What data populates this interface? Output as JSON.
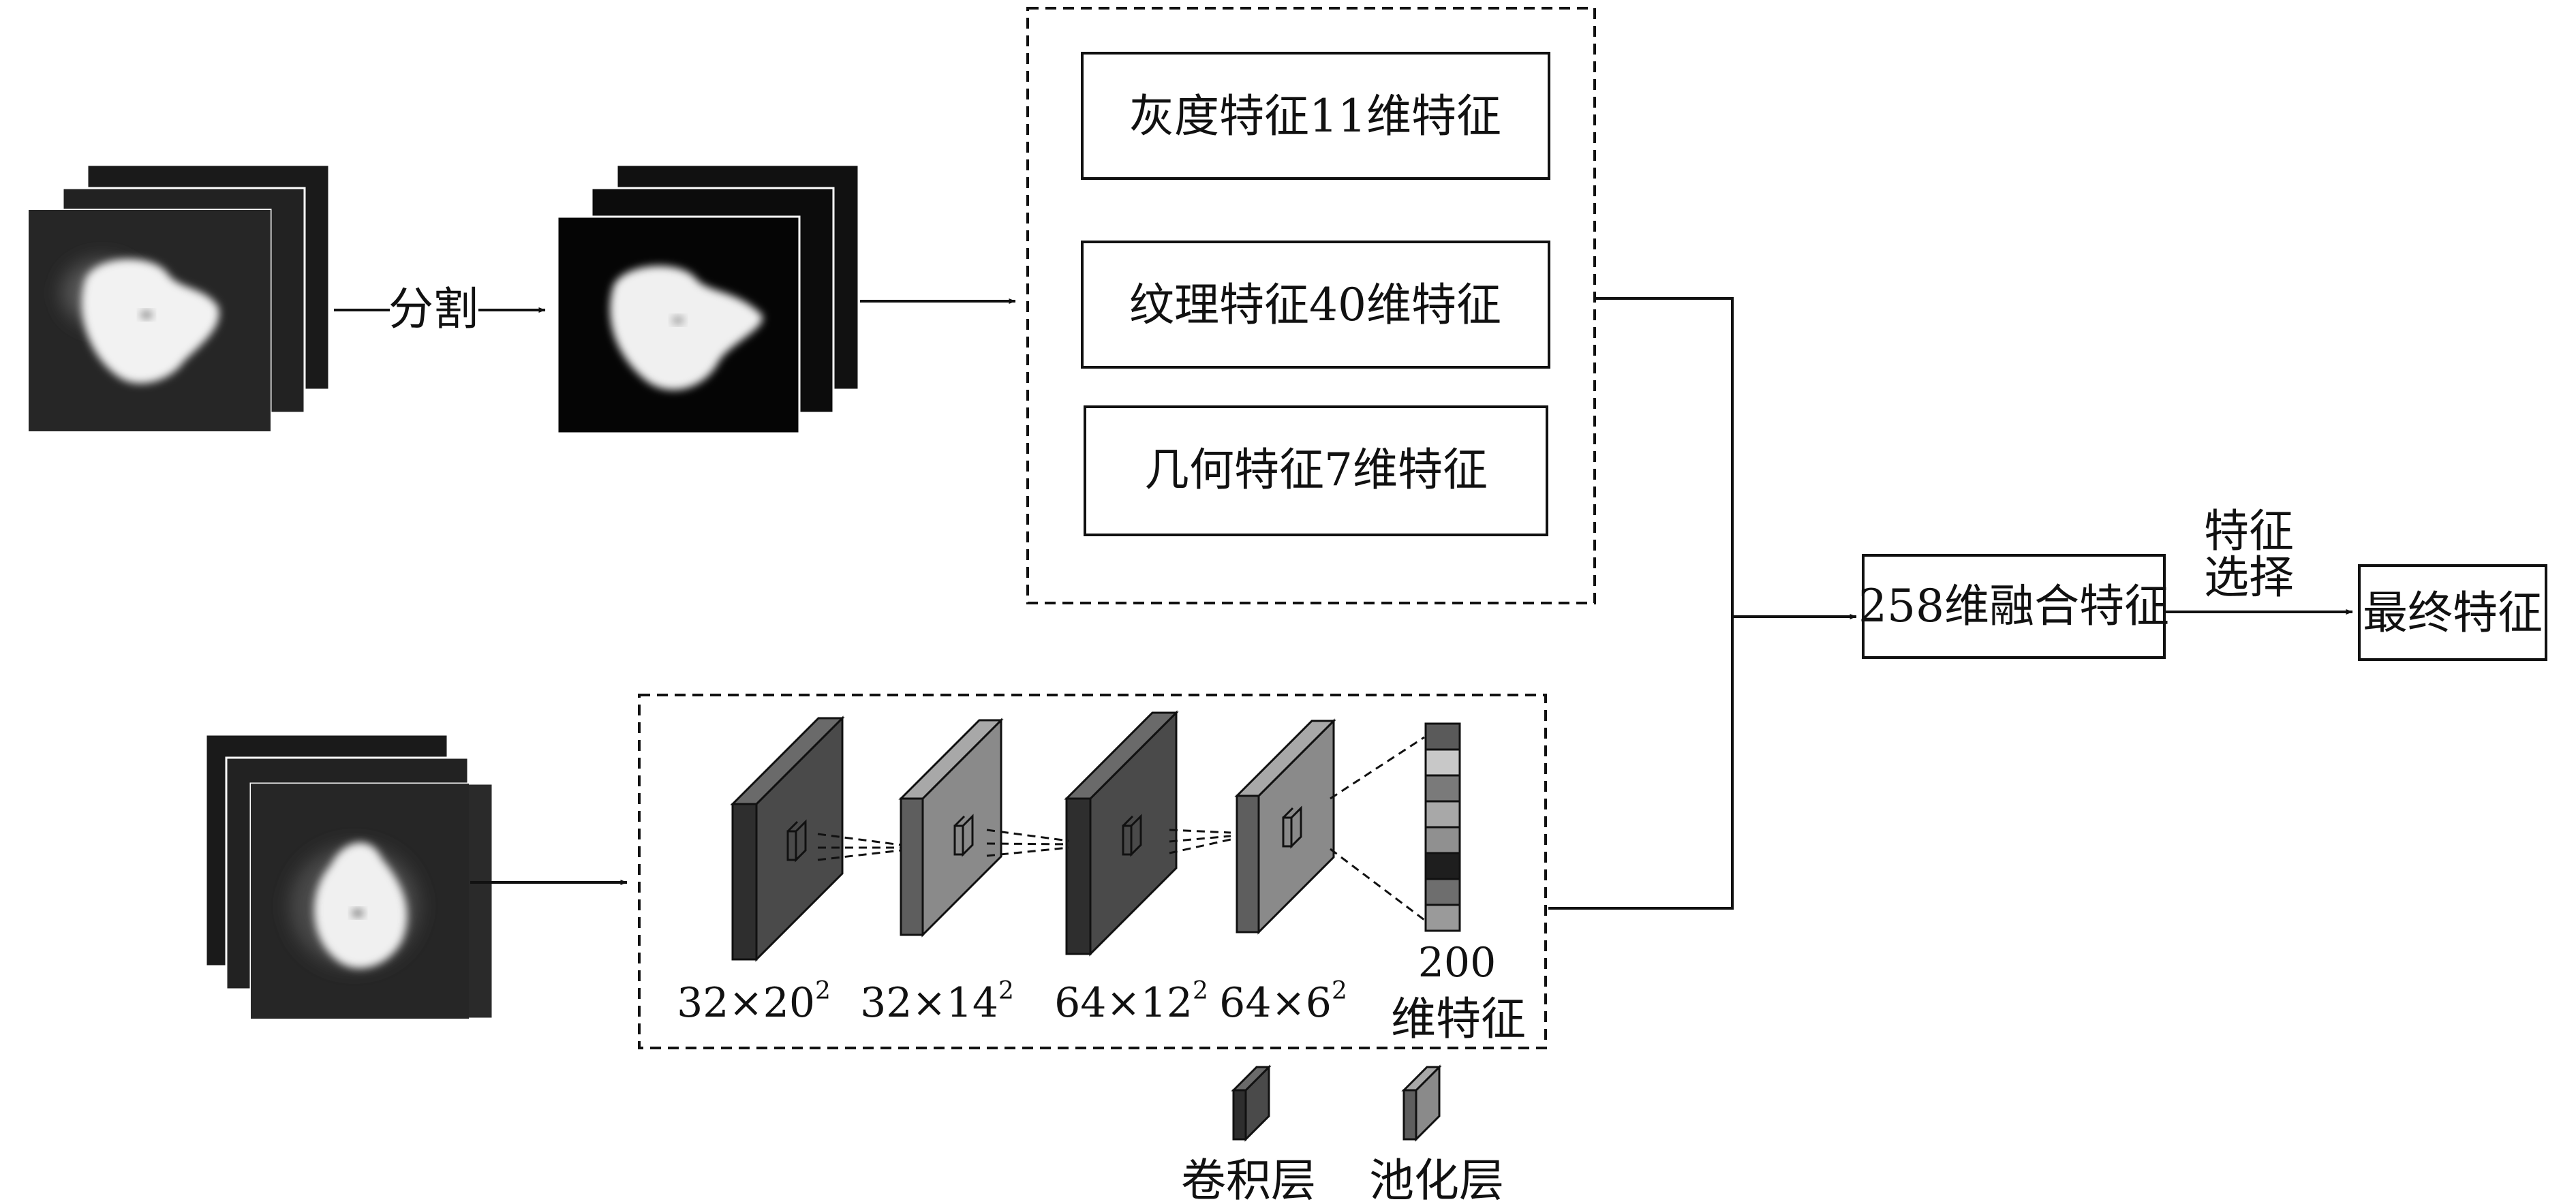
{
  "pipeline": {
    "segment_label": "分割",
    "handcrafted_features": [
      "灰度特征11维特征",
      "纹理特征40维特征",
      "几何特征7维特征"
    ],
    "cnn": {
      "layers": [
        {
          "base": "32×20",
          "exp": "2"
        },
        {
          "base": "32×14",
          "exp": "2"
        },
        {
          "base": "64×12",
          "exp": "2"
        },
        {
          "base": "64×6",
          "exp": "2"
        }
      ],
      "output_line1": "200",
      "output_line2": "维特征"
    },
    "fusion_label": "258维融合特征",
    "selection_line1": "特征",
    "selection_line2": "选择",
    "final_label": "最终特征"
  },
  "legend": {
    "conv_label": "卷积层",
    "pool_label": "池化层"
  },
  "colors": {
    "conv_front": "#4a4a4a",
    "conv_side": "#2e2e2e",
    "conv_top": "#6a6a6a",
    "pool_front": "#8a8a8a",
    "pool_side": "#5e5e5e",
    "pool_top": "#a8a8a8",
    "vector_cells": [
      "#5a5a5a",
      "#c8c8c8",
      "#7a7a7a",
      "#a8a8a8",
      "#909090",
      "#1e1e1e",
      "#6e6e6e",
      "#9a9a9a"
    ]
  }
}
